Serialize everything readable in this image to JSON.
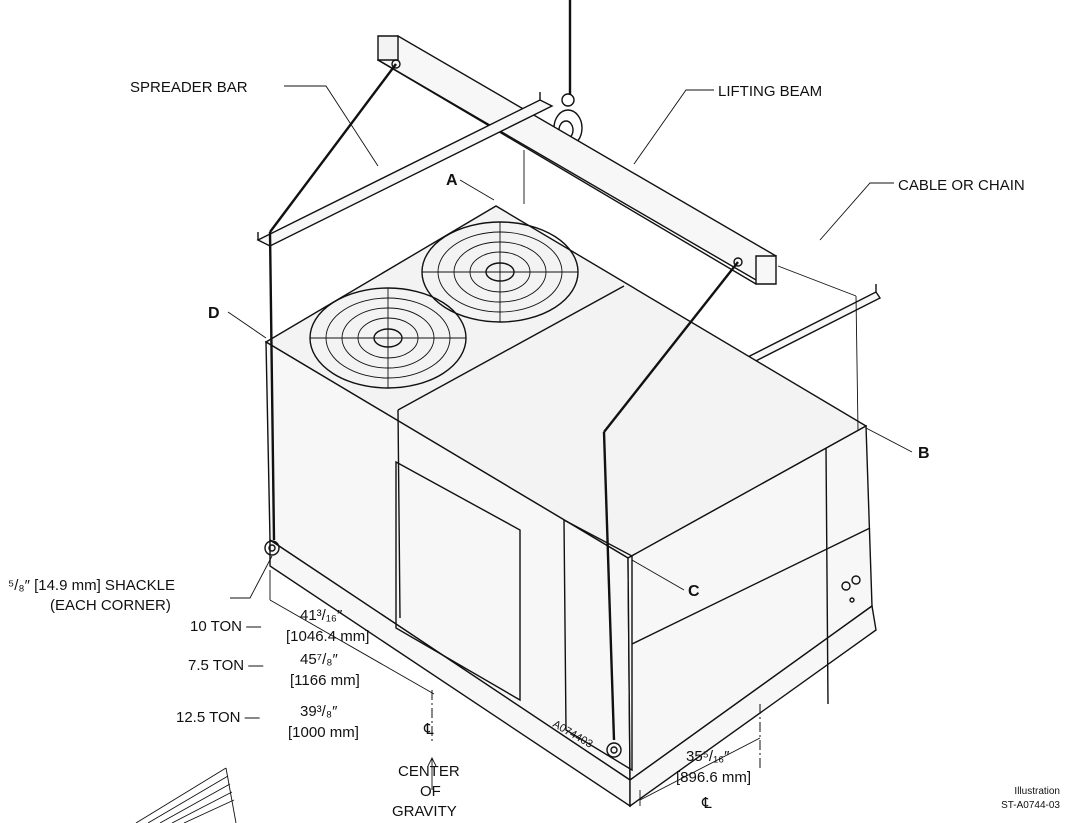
{
  "labels": {
    "spreader_bar": "SPREADER BAR",
    "lifting_beam": "LIFTING BEAM",
    "cable_or_chain": "CABLE OR CHAIN",
    "corner_a": "A",
    "corner_b": "B",
    "corner_c": "C",
    "corner_d": "D",
    "shackle_line1": "⁵/₈″ [14.9 mm] SHACKLE",
    "shackle_line2": "(EACH CORNER)",
    "drawing_number": "A074403",
    "illustration_line1": "Illustration",
    "illustration_line2": "ST-A0744-03"
  },
  "dimensions": {
    "ton_10": {
      "label": "10 TON —",
      "in": "41³/₁₆″",
      "mm": "[1046.4 mm]"
    },
    "ton_7_5": {
      "label": "7.5 TON —",
      "in": "45⁷/₈″",
      "mm": "[1166 mm]"
    },
    "ton_12_5": {
      "label": "12.5 TON —",
      "in": "39³/₈″",
      "mm": "[1000 mm]"
    },
    "depth": {
      "in": "35⁵/₁₆″",
      "mm": "[896.6 mm]"
    },
    "centerline_symbol": "℄",
    "cg_line1": "CENTER",
    "cg_line2": "OF",
    "cg_line3": "GRAVITY"
  }
}
